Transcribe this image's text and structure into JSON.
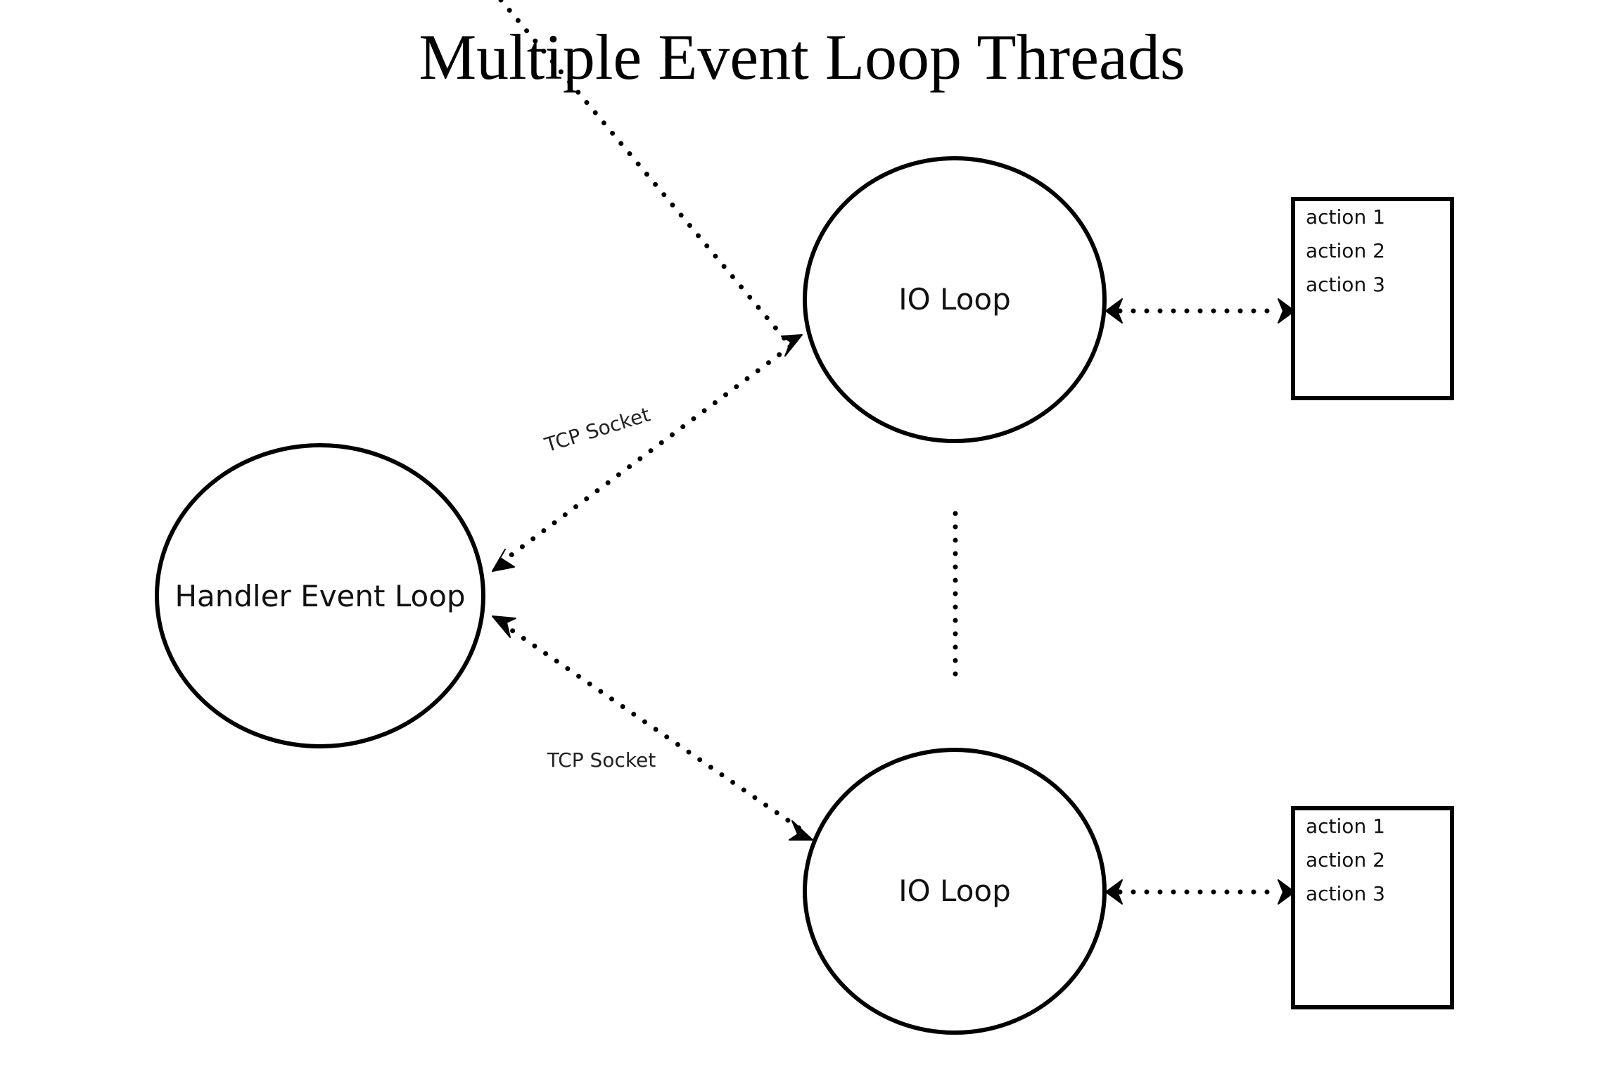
{
  "title": "Multiple Event Loop Threads",
  "nodes": {
    "handler": {
      "label": "Handler Event Loop"
    },
    "io_top": {
      "label": "IO Loop"
    },
    "io_bottom": {
      "label": "IO Loop"
    }
  },
  "edges": {
    "handler_to_io_top": {
      "label": "TCP Socket"
    },
    "handler_to_io_bottom": {
      "label": "TCP Socket"
    }
  },
  "action_lists": {
    "top": {
      "items": [
        "action 1",
        "action 2",
        "action 3"
      ]
    },
    "bottom": {
      "items": [
        "action 1",
        "action 2",
        "action 3"
      ]
    }
  }
}
